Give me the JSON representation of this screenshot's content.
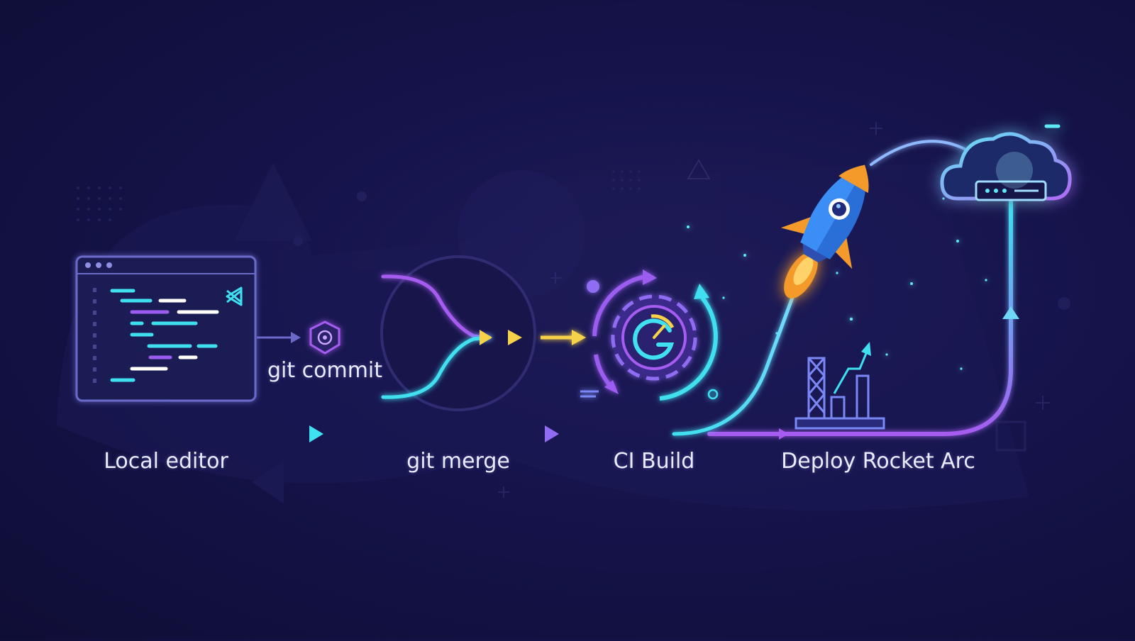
{
  "stages": [
    {
      "id": "local-editor",
      "label": "Local editor"
    },
    {
      "id": "git-merge",
      "label": "git merge"
    },
    {
      "id": "ci-build",
      "label": "CI Build"
    },
    {
      "id": "deploy",
      "label": "Deploy Rocket Arc"
    }
  ],
  "commit_label": "git commit",
  "colors": {
    "background": "#15134a",
    "cyan": "#3fe0f0",
    "purple": "#9b5cf0",
    "yellow": "#f5d24a",
    "orange": "#f39a2a",
    "rocket_blue": "#3a8ef5",
    "label": "#e9ebff"
  },
  "icons": [
    "code-editor-icon",
    "vscode-logo-icon",
    "git-commit-icon",
    "merge-branches-icon",
    "gear-sync-icon",
    "rocket-icon",
    "launch-tower-icon",
    "cloud-server-icon"
  ]
}
